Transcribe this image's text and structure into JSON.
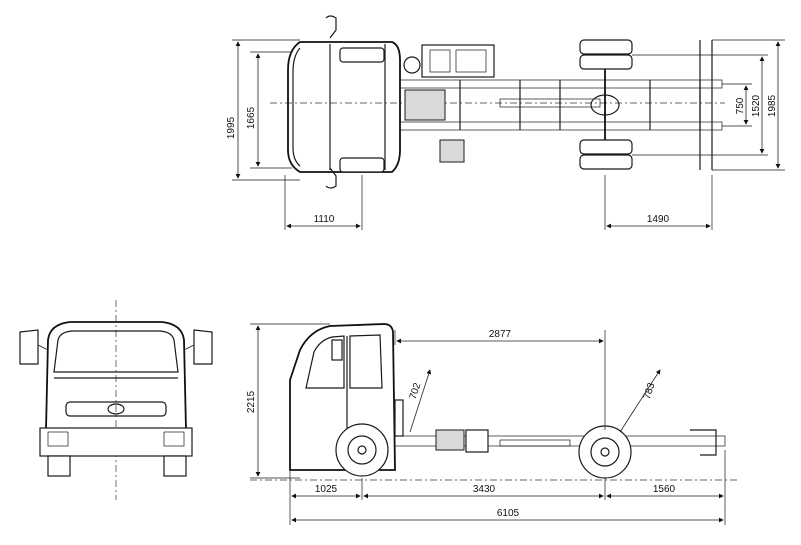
{
  "dimensions": {
    "top_width_outer": "1995",
    "top_width_cab": "1665",
    "front_overhang_top": "1110",
    "rear_width_outer": "1985",
    "rear_track": "1520",
    "frame_width": "750",
    "rear_overhang_top": "1490",
    "overall_height": "2215",
    "cab_to_axle": "2877",
    "frame_height_front": "702",
    "frame_height_rear": "783",
    "front_overhang": "1025",
    "wheelbase": "3430",
    "rear_overhang": "1560",
    "overall_length": "6105"
  },
  "colors": {
    "line": "#1a1a1a",
    "background": "#ffffff"
  }
}
